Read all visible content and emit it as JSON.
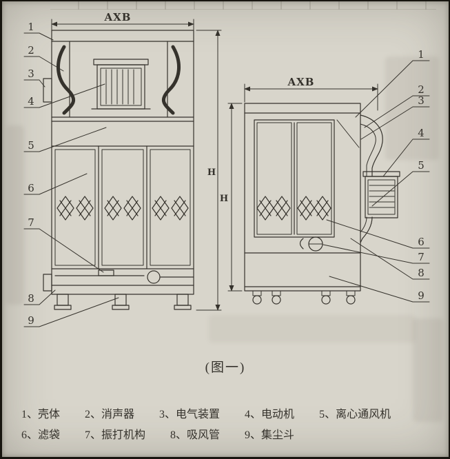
{
  "colors": {
    "paper": "#d8d5cb",
    "ink": "#35322c"
  },
  "figure": {
    "caption": "(图一)"
  },
  "front_view": {
    "width_label": "AXB",
    "height_label": "H",
    "callouts": [
      "1",
      "2",
      "3",
      "4",
      "5",
      "6",
      "7",
      "8",
      "9"
    ]
  },
  "side_view": {
    "width_label": "AXB",
    "height_label": "H",
    "callouts": [
      "1",
      "2",
      "3",
      "4",
      "5",
      "6",
      "7",
      "8",
      "9"
    ]
  },
  "legend": {
    "row1": [
      "1、壳体",
      "2、消声器",
      "3、电气装置",
      "4、电动机",
      "5、离心通风机"
    ],
    "row2": [
      "6、滤袋",
      "7、振打机构",
      "8、吸风管",
      "9、集尘斗"
    ]
  }
}
